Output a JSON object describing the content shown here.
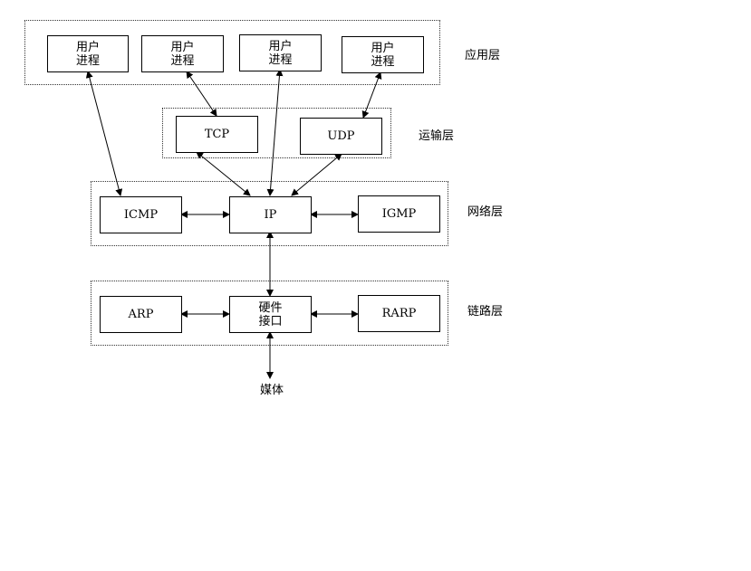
{
  "layers": {
    "application": "应用层",
    "transport": "运输层",
    "network": "网络层",
    "link": "链路层"
  },
  "application_boxes": [
    {
      "label": "用户\n进程"
    },
    {
      "label": "用户\n进程"
    },
    {
      "label": "用户\n进程"
    },
    {
      "label": "用户\n进程"
    }
  ],
  "transport_boxes": {
    "tcp": "TCP",
    "udp": "UDP"
  },
  "network_boxes": {
    "icmp": "ICMP",
    "ip": "IP",
    "igmp": "IGMP"
  },
  "link_boxes": {
    "arp": "ARP",
    "hardware": "硬件\n接口",
    "rarp": "RARP"
  },
  "media_label": "媒体",
  "connections": [
    [
      "user-process-1",
      "icmp"
    ],
    [
      "user-process-2",
      "tcp"
    ],
    [
      "user-process-3",
      "ip"
    ],
    [
      "user-process-4",
      "udp"
    ],
    [
      "tcp",
      "ip"
    ],
    [
      "udp",
      "ip"
    ],
    [
      "icmp",
      "ip"
    ],
    [
      "ip",
      "igmp"
    ],
    [
      "ip",
      "hardware-interface"
    ],
    [
      "arp",
      "hardware-interface"
    ],
    [
      "hardware-interface",
      "rarp"
    ],
    [
      "hardware-interface",
      "media"
    ]
  ]
}
